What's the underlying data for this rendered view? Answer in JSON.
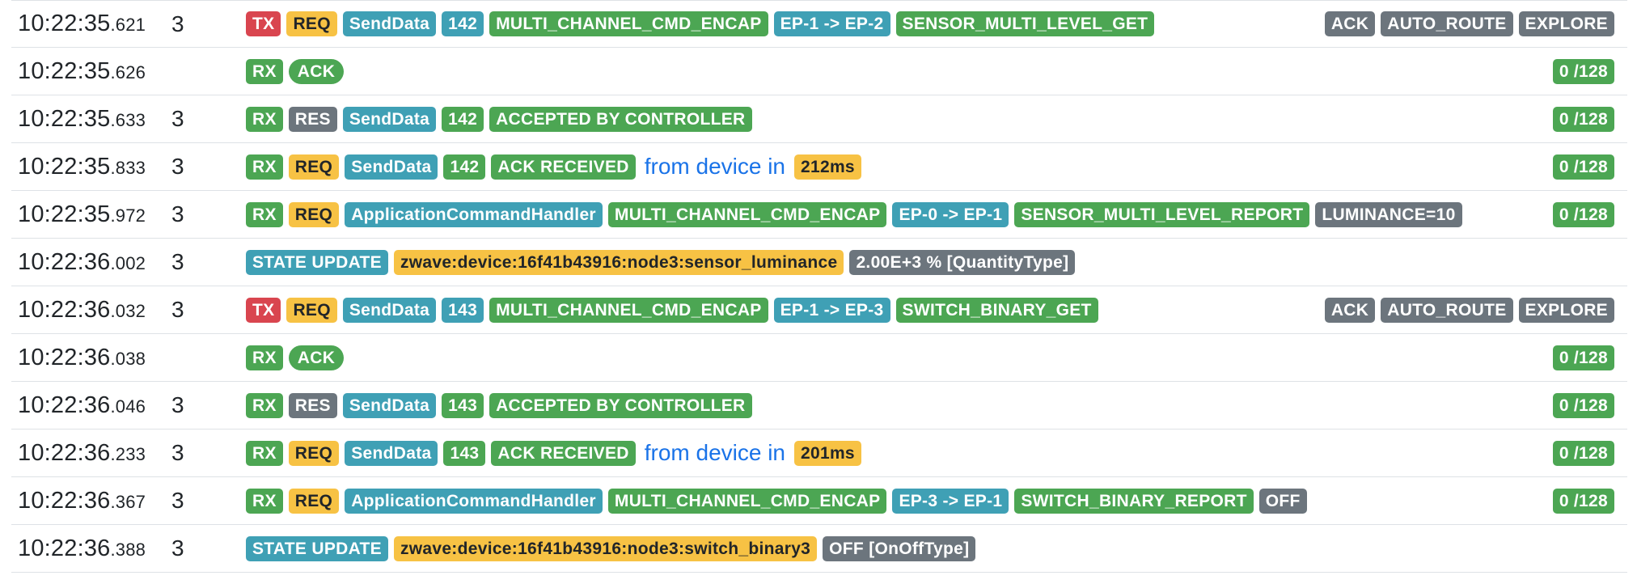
{
  "rows": [
    {
      "time": "10:22:35",
      "ms": ".621",
      "node": "3",
      "tags": [
        {
          "text": "TX",
          "color": "red"
        },
        {
          "text": "REQ",
          "color": "yellow"
        },
        {
          "text": "SendData",
          "color": "teal"
        },
        {
          "text": "142",
          "color": "teal"
        },
        {
          "text": "MULTI_CHANNEL_CMD_ENCAP",
          "color": "green"
        },
        {
          "text": "EP-1 -> EP-2",
          "color": "teal"
        },
        {
          "text": "SENSOR_MULTI_LEVEL_GET",
          "color": "green"
        }
      ],
      "right": [
        {
          "text": "ACK",
          "color": "gray"
        },
        {
          "text": "AUTO_ROUTE",
          "color": "gray"
        },
        {
          "text": "EXPLORE",
          "color": "gray"
        }
      ]
    },
    {
      "time": "10:22:35",
      "ms": ".626",
      "node": "",
      "tags": [
        {
          "text": "RX",
          "color": "green"
        },
        {
          "text": "ACK",
          "color": "green",
          "pill": true
        }
      ],
      "right": [
        {
          "text": "0 /128",
          "color": "green"
        }
      ]
    },
    {
      "time": "10:22:35",
      "ms": ".633",
      "node": "3",
      "tags": [
        {
          "text": "RX",
          "color": "green"
        },
        {
          "text": "RES",
          "color": "gray"
        },
        {
          "text": "SendData",
          "color": "teal"
        },
        {
          "text": "142",
          "color": "green"
        },
        {
          "text": "ACCEPTED BY CONTROLLER",
          "color": "green"
        }
      ],
      "right": [
        {
          "text": "0 /128",
          "color": "green"
        }
      ]
    },
    {
      "time": "10:22:35",
      "ms": ".833",
      "node": "3",
      "tags": [
        {
          "text": "RX",
          "color": "green"
        },
        {
          "text": "REQ",
          "color": "yellow"
        },
        {
          "text": "SendData",
          "color": "teal"
        },
        {
          "text": "142",
          "color": "green"
        },
        {
          "text": "ACK RECEIVED",
          "color": "green"
        },
        {
          "text": "from device in",
          "color": "plain"
        },
        {
          "text": "212ms",
          "color": "yellow"
        }
      ],
      "right": [
        {
          "text": "0 /128",
          "color": "green"
        }
      ]
    },
    {
      "time": "10:22:35",
      "ms": ".972",
      "node": "3",
      "tags": [
        {
          "text": "RX",
          "color": "green"
        },
        {
          "text": "REQ",
          "color": "yellow"
        },
        {
          "text": "ApplicationCommandHandler",
          "color": "teal"
        },
        {
          "text": "MULTI_CHANNEL_CMD_ENCAP",
          "color": "green"
        },
        {
          "text": "EP-0 -> EP-1",
          "color": "teal"
        },
        {
          "text": "SENSOR_MULTI_LEVEL_REPORT",
          "color": "green"
        },
        {
          "text": "LUMINANCE=10",
          "color": "gray"
        }
      ],
      "right": [
        {
          "text": "0 /128",
          "color": "green"
        }
      ]
    },
    {
      "time": "10:22:36",
      "ms": ".002",
      "node": "3",
      "tags": [
        {
          "text": "STATE UPDATE",
          "color": "teal"
        },
        {
          "text": "zwave:device:16f41b43916:node3:sensor_luminance",
          "color": "yellow"
        },
        {
          "text": "2.00E+3 % [QuantityType]",
          "color": "gray"
        }
      ],
      "right": []
    },
    {
      "time": "10:22:36",
      "ms": ".032",
      "node": "3",
      "tags": [
        {
          "text": "TX",
          "color": "red"
        },
        {
          "text": "REQ",
          "color": "yellow"
        },
        {
          "text": "SendData",
          "color": "teal"
        },
        {
          "text": "143",
          "color": "teal"
        },
        {
          "text": "MULTI_CHANNEL_CMD_ENCAP",
          "color": "green"
        },
        {
          "text": "EP-1 -> EP-3",
          "color": "teal"
        },
        {
          "text": "SWITCH_BINARY_GET",
          "color": "green"
        }
      ],
      "right": [
        {
          "text": "ACK",
          "color": "gray"
        },
        {
          "text": "AUTO_ROUTE",
          "color": "gray"
        },
        {
          "text": "EXPLORE",
          "color": "gray"
        }
      ]
    },
    {
      "time": "10:22:36",
      "ms": ".038",
      "node": "",
      "tags": [
        {
          "text": "RX",
          "color": "green"
        },
        {
          "text": "ACK",
          "color": "green",
          "pill": true
        }
      ],
      "right": [
        {
          "text": "0 /128",
          "color": "green"
        }
      ]
    },
    {
      "time": "10:22:36",
      "ms": ".046",
      "node": "3",
      "tags": [
        {
          "text": "RX",
          "color": "green"
        },
        {
          "text": "RES",
          "color": "gray"
        },
        {
          "text": "SendData",
          "color": "teal"
        },
        {
          "text": "143",
          "color": "green"
        },
        {
          "text": "ACCEPTED BY CONTROLLER",
          "color": "green"
        }
      ],
      "right": [
        {
          "text": "0 /128",
          "color": "green"
        }
      ]
    },
    {
      "time": "10:22:36",
      "ms": ".233",
      "node": "3",
      "tags": [
        {
          "text": "RX",
          "color": "green"
        },
        {
          "text": "REQ",
          "color": "yellow"
        },
        {
          "text": "SendData",
          "color": "teal"
        },
        {
          "text": "143",
          "color": "green"
        },
        {
          "text": "ACK RECEIVED",
          "color": "green"
        },
        {
          "text": "from device in",
          "color": "plain"
        },
        {
          "text": "201ms",
          "color": "yellow"
        }
      ],
      "right": [
        {
          "text": "0 /128",
          "color": "green"
        }
      ]
    },
    {
      "time": "10:22:36",
      "ms": ".367",
      "node": "3",
      "tags": [
        {
          "text": "RX",
          "color": "green"
        },
        {
          "text": "REQ",
          "color": "yellow"
        },
        {
          "text": "ApplicationCommandHandler",
          "color": "teal"
        },
        {
          "text": "MULTI_CHANNEL_CMD_ENCAP",
          "color": "green"
        },
        {
          "text": "EP-3 -> EP-1",
          "color": "teal"
        },
        {
          "text": "SWITCH_BINARY_REPORT",
          "color": "green"
        },
        {
          "text": "OFF",
          "color": "gray"
        }
      ],
      "right": [
        {
          "text": "0 /128",
          "color": "green"
        }
      ]
    },
    {
      "time": "10:22:36",
      "ms": ".388",
      "node": "3",
      "tags": [
        {
          "text": "STATE UPDATE",
          "color": "teal"
        },
        {
          "text": "zwave:device:16f41b43916:node3:switch_binary3",
          "color": "yellow"
        },
        {
          "text": "OFF [OnOffType]",
          "color": "gray"
        }
      ],
      "right": []
    }
  ]
}
